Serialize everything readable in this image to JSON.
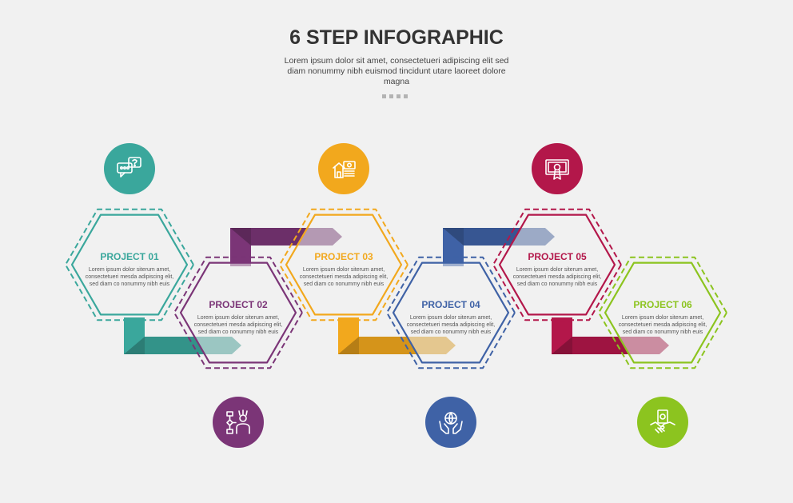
{
  "header": {
    "title": "6 STEP INFOGRAPHIC",
    "subtitle": "Lorem ipsum dolor sit amet, consectetueri adipiscing elit sed diam nonummy nibh euismod tincidunt utare laoreet dolore magna"
  },
  "steps": [
    {
      "title": "PROJECT 01",
      "desc": "Lorem ipsum dolor siterum amet, consectetueri mesda adipiscing elit, sed diam co nonummy nibh euis",
      "color": "#3aa79c",
      "icon": "chat-question-icon"
    },
    {
      "title": "PROJECT 02",
      "desc": "Lorem ipsum dolor siterum amet, consectetueri mesda adipiscing elit, sed diam co nonummy nibh euis",
      "color": "#7b3577",
      "icon": "person-flowchart-icon"
    },
    {
      "title": "PROJECT 03",
      "desc": "Lorem ipsum dolor siterum amet, consectetueri mesda adipiscing elit, sed diam co nonummy nibh euis",
      "color": "#f2a81d",
      "icon": "house-money-icon"
    },
    {
      "title": "PROJECT 04",
      "desc": "Lorem ipsum dolor siterum amet, consectetueri mesda adipiscing elit, sed diam co nonummy nibh euis",
      "color": "#3f62a6",
      "icon": "hands-globe-icon"
    },
    {
      "title": "PROJECT 05",
      "desc": "Lorem ipsum dolor siterum amet, consectetueri mesda adipiscing elit, sed diam co nonummy nibh euis",
      "color": "#b3174a",
      "icon": "certificate-icon"
    },
    {
      "title": "PROJECT 06",
      "desc": "Lorem ipsum dolor siterum amet, consectetueri mesda adipiscing elit, sed diam co nonummy nibh euis",
      "color": "#8cc41f",
      "icon": "handshake-money-icon"
    }
  ]
}
